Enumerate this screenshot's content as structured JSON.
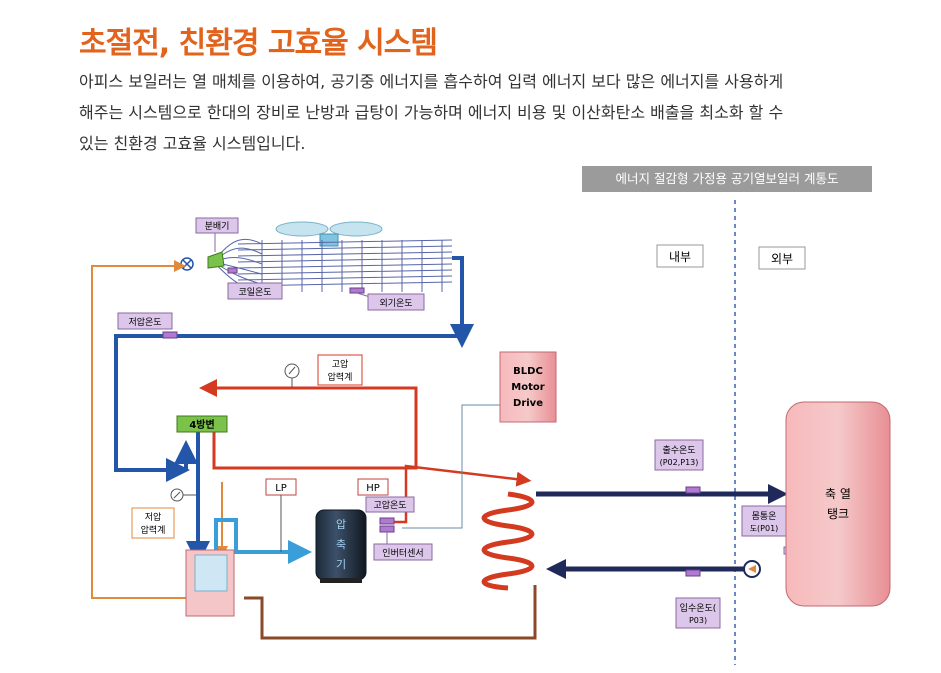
{
  "title": "초절전, 친환경 고효율 시스템",
  "description_lines": [
    "아피스 보일러는 열 매체를 이용하여, 공기중 에너지를 흡수하여 입력 에너지 보다 많은 에너지를 사용하게",
    "해주는 시스템으로 한대의 장비로 난방과 급탕이 가능하며 에너지 비용 및 이산화탄소 배출을 최소화 할 수",
    "있는 친환경 고효율 시스템입니다."
  ],
  "caption": "에너지 절감형 가정용 공기열보일러 계통도",
  "zones": {
    "inside": "내부",
    "outside": "외부"
  },
  "labels": {
    "distributor": "분배기",
    "coil_temp": "코일온도",
    "outdoor_temp": "외기온도",
    "low_pressure_temp": "저압온도",
    "high_pressure_gauge_1": "고압",
    "high_pressure_gauge_2": "압력계",
    "bldc_1": "BLDC",
    "bldc_2": "Motor",
    "bldc_3": "Drive",
    "four_way_valve": "4방변",
    "low_pressure_gauge_1": "저압",
    "low_pressure_gauge_2": "압력계",
    "lp": "LP",
    "hp": "HP",
    "high_pressure_temp": "고압온도",
    "compressor_1": "압",
    "compressor_2": "축",
    "compressor_3": "기",
    "inverter_sensor": "인버터센서",
    "outlet_temp_1": "출수온도",
    "outlet_temp_2": "(P02,P13)",
    "tank_temp_1": "몸통온",
    "tank_temp_2": "도(P01)",
    "inlet_temp_1": "입수온도(",
    "inlet_temp_2": "P03)",
    "tank_1": "축 열",
    "tank_2": "탱크"
  },
  "colors": {
    "title": "#e2631c",
    "hot_refrigerant": "#d33a1f",
    "cold_refrigerant": "#2356a8",
    "liquid_line": "#3a9ed8",
    "suction_return": "#e28a3c",
    "brown_return": "#8a4a2a",
    "water_line": "#1f2a5a",
    "tank": "#f5a5a8",
    "label_box": "#dcc7ea",
    "caption_bg": "#9b9b9b"
  }
}
